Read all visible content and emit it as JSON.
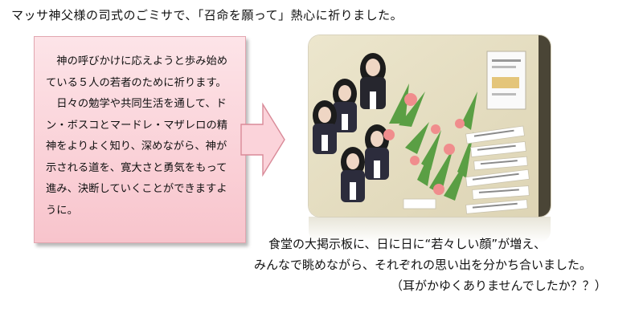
{
  "headline": "マッサ神父様の司式のごミサで、「召命を願って」熱心に祈りました。",
  "prayer": {
    "paragraph1": "神の呼びかけに応えようと歩み始めている５人の若者のために祈ります。",
    "paragraph2": "日々の勉学や共同生活を通して、ドン・ボスコとマードレ・マザレロの精神をよりよく知り、深めながら、神が示される道を、寛大さと勇気をもって進み、決断していくことができますように。"
  },
  "colors": {
    "box_fill": "#f8c4cc",
    "arrow_fill": "#fbd3da",
    "board": "#e9e2c7"
  },
  "captions": {
    "line1": "食堂の大掲示板に、日に日に“若々しい顔”が増え、",
    "line2": "みんなで眺めながら、それぞれの思い出を分かち合いました。",
    "line3": "（耳がかゆくありませんでしたか？？）"
  }
}
